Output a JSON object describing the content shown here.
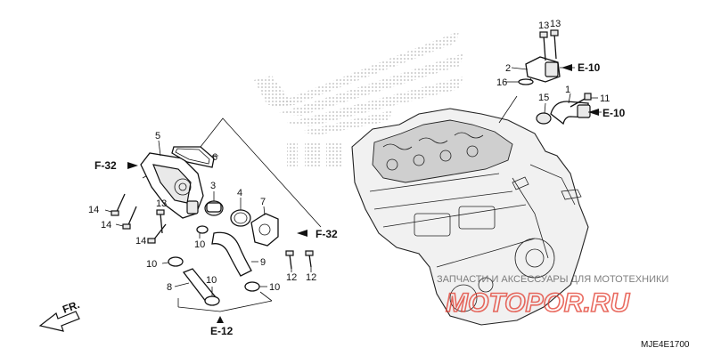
{
  "parts": {
    "p1": "1",
    "p2": "2",
    "p3": "3",
    "p4": "4",
    "p5": "5",
    "p6": "6",
    "p7": "7",
    "p8": "8",
    "p9": "9",
    "p10a": "10",
    "p10b": "10",
    "p10c": "10",
    "p10d": "10",
    "p11": "11",
    "p12a": "12",
    "p12b": "12",
    "p13a": "13",
    "p13b": "13",
    "p13c": "13",
    "p14a": "14",
    "p14b": "14",
    "p14c": "14",
    "p15": "15",
    "p16": "16"
  },
  "refs": {
    "e10_top": "E-10",
    "e10_mid": "E-10",
    "f32_left": "F-32",
    "f32_right": "F-32",
    "e12": "E-12"
  },
  "front_arrow_label": "FR.",
  "watermark": {
    "tagline": "ЗАПЧАСТИ И АКСЕССУАРЫ ДЛЯ МОТОТЕХНИКИ",
    "brand": "MOTOPOR.RU"
  },
  "diagram_code": "MJE4E1700",
  "colors": {
    "logo_dots": "#b8b8b8",
    "watermark_red": "#e23a2c",
    "line": "#111111"
  }
}
